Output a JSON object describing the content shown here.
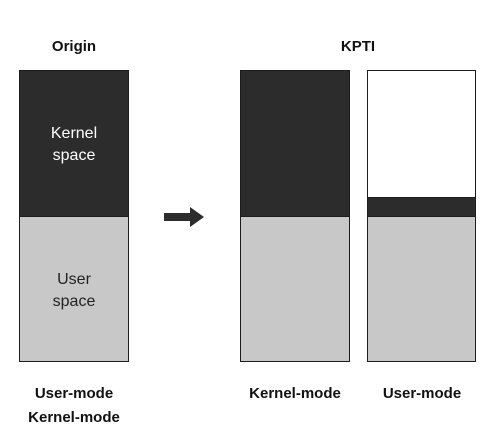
{
  "headings": {
    "origin": "Origin",
    "kpti": "KPTI"
  },
  "origin_column": {
    "kernel_label_line1": "Kernel",
    "kernel_label_line2": "space",
    "user_label_line1": "User",
    "user_label_line2": "space"
  },
  "mode_labels": {
    "origin_line1": "User-mode",
    "origin_line2": "Kernel-mode",
    "kpti_kernel": "Kernel-mode",
    "kpti_user": "User-mode"
  },
  "colors": {
    "kernel_space": "#2c2c2c",
    "user_space": "#c8c8c8",
    "unmapped": "#ffffff",
    "arrow": "#2c2c2c"
  },
  "icons": {
    "transition_arrow": "right-arrow-icon"
  }
}
